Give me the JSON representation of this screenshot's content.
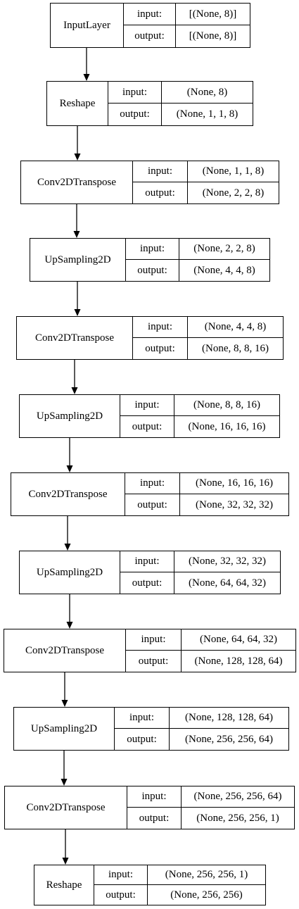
{
  "layers": [
    {
      "name": "InputLayer",
      "input_label": "input:",
      "output_label": "output:",
      "input": "[(None, 8)]",
      "output": "[(None, 8)]"
    },
    {
      "name": "Reshape",
      "input_label": "input:",
      "output_label": "output:",
      "input": "(None, 8)",
      "output": "(None, 1, 1, 8)"
    },
    {
      "name": "Conv2DTranspose",
      "input_label": "input:",
      "output_label": "output:",
      "input": "(None, 1, 1, 8)",
      "output": "(None, 2, 2, 8)"
    },
    {
      "name": "UpSampling2D",
      "input_label": "input:",
      "output_label": "output:",
      "input": "(None, 2, 2, 8)",
      "output": "(None, 4, 4, 8)"
    },
    {
      "name": "Conv2DTranspose",
      "input_label": "input:",
      "output_label": "output:",
      "input": "(None, 4, 4, 8)",
      "output": "(None, 8, 8, 16)"
    },
    {
      "name": "UpSampling2D",
      "input_label": "input:",
      "output_label": "output:",
      "input": "(None, 8, 8, 16)",
      "output": "(None, 16, 16, 16)"
    },
    {
      "name": "Conv2DTranspose",
      "input_label": "input:",
      "output_label": "output:",
      "input": "(None, 16, 16, 16)",
      "output": "(None, 32, 32, 32)"
    },
    {
      "name": "UpSampling2D",
      "input_label": "input:",
      "output_label": "output:",
      "input": "(None, 32, 32, 32)",
      "output": "(None, 64, 64, 32)"
    },
    {
      "name": "Conv2DTranspose",
      "input_label": "input:",
      "output_label": "output:",
      "input": "(None, 64, 64, 32)",
      "output": "(None, 128, 128, 64)"
    },
    {
      "name": "UpSampling2D",
      "input_label": "input:",
      "output_label": "output:",
      "input": "(None, 128, 128, 64)",
      "output": "(None, 256, 256, 64)"
    },
    {
      "name": "Conv2DTranspose",
      "input_label": "input:",
      "output_label": "output:",
      "input": "(None, 256, 256, 64)",
      "output": "(None, 256, 256, 1)"
    },
    {
      "name": "Reshape",
      "input_label": "input:",
      "output_label": "output:",
      "input": "(None, 256, 256, 1)",
      "output": "(None, 256, 256)"
    }
  ]
}
